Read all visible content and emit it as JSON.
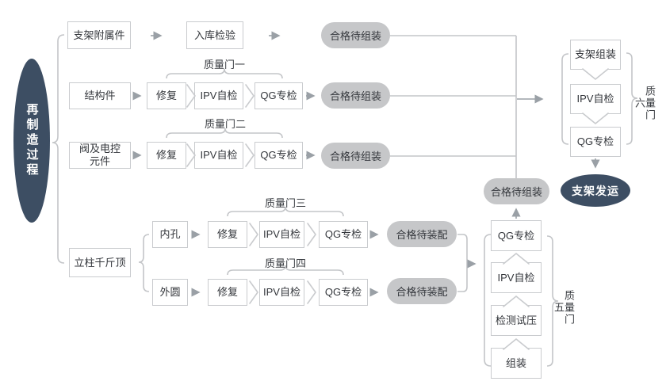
{
  "process": "再制造过程",
  "rows": [
    {
      "source": "支架附属件",
      "steps": [
        "入库检验"
      ],
      "result": "合格待组装"
    },
    {
      "source": "结构件",
      "gate": "质量门一",
      "steps": [
        "修复",
        "IPV自检",
        "QG专检"
      ],
      "result": "合格待组装"
    },
    {
      "source": "阀及电控元件",
      "gate": "质量门二",
      "steps": [
        "修复",
        "IPV自检",
        "QG专检"
      ],
      "result": "合格待组装"
    },
    {
      "source": "内孔",
      "gate": "质量门三",
      "steps": [
        "修复",
        "IPV自检",
        "QG专检"
      ],
      "result": "合格待装配"
    },
    {
      "source": "外圆",
      "gate": "质量门四",
      "steps": [
        "修复",
        "IPV自检",
        "QG专检"
      ],
      "result": "合格待装配"
    }
  ],
  "split_source": "立柱千斤顶",
  "assembly": {
    "gate": "质量门五",
    "steps": [
      "QG专检",
      "IPV自检",
      "检测试压",
      "组装"
    ],
    "result": "合格待组装"
  },
  "final": {
    "gate": "质量门六",
    "steps": [
      "支架组装",
      "IPV自检",
      "QG专检"
    ],
    "end": "支架发运"
  },
  "colors": {
    "dark_node": "#3d4e63",
    "pill_gray": "#c6c7c9",
    "box_border": "#c9cbce",
    "line_gray": "#c3c5c8",
    "arrow_gray": "#9aa0a6",
    "text": "#33363b",
    "text_on_dark": "#ffffff"
  }
}
